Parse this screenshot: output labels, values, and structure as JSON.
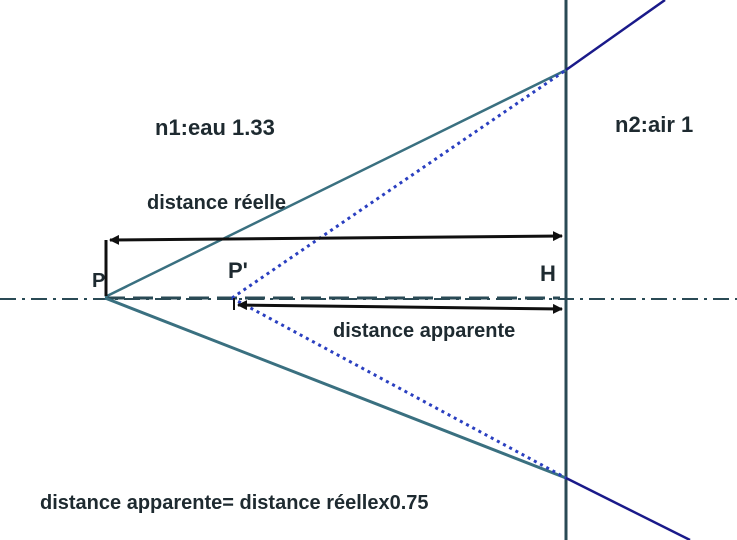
{
  "labels": {
    "medium1": "n1:eau 1.33",
    "medium2": "n2:air 1",
    "real_distance": "distance réelle",
    "apparent_distance": "distance apparente",
    "point_p": "P",
    "point_p_prime": "P'",
    "point_h": "H",
    "formula": "distance apparente= distance réellex0.75"
  },
  "colors": {
    "real_ray": "#3a7080",
    "virtual_ray": "#2a3fc0",
    "refracted_ray": "#1a1a8a",
    "axis": "#2a4a55",
    "interface": "#2a4a55",
    "arrow": "#101010",
    "text": "#1e2a30"
  }
}
